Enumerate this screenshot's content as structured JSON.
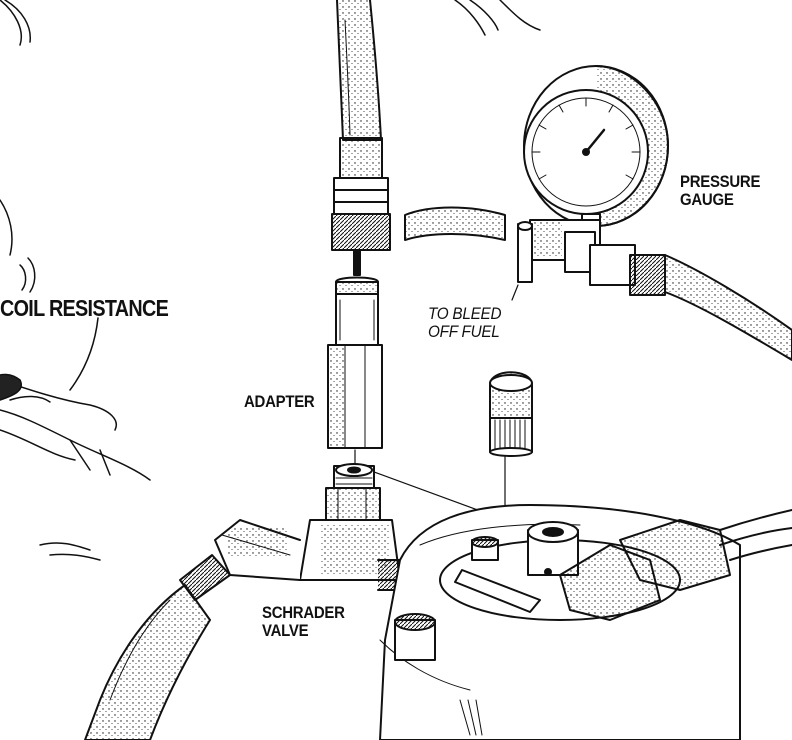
{
  "labels": {
    "coil_resistance": "COIL RESISTANCE",
    "pressure_gauge": "PRESSURE\nGAUGE",
    "bleed": "TO BLEED\nOFF FUEL",
    "adapter": "ADAPTER",
    "schrader_valve": "SCHRADER\nVALVE"
  },
  "colors": {
    "ink": "#111111",
    "paper": "#ffffff"
  },
  "icons": [
    "pressure-gauge-icon",
    "hose-icon",
    "adapter-icon",
    "schrader-valve-icon",
    "valve-cap-icon",
    "electrical-connector-icon"
  ]
}
